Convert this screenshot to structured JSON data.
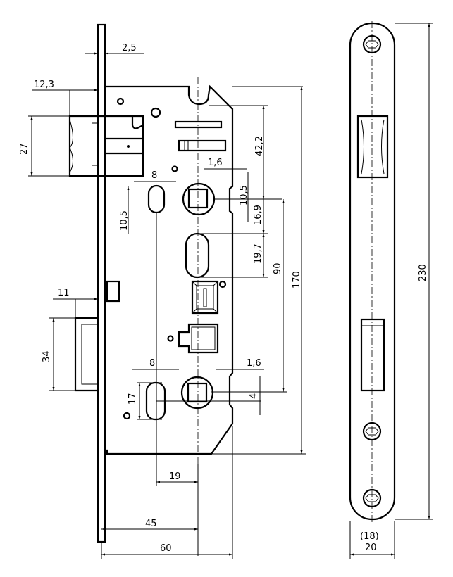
{
  "front_view": {
    "dimensions": {
      "forend_thickness": "2,5",
      "latch_projection": "12,3",
      "latch_height": "27",
      "upper_slot_width": "8",
      "upper_slot_height": "10,5",
      "upper_notch": "1,6",
      "top_to_spindle": "42,2",
      "spindle_notch": "10,5",
      "spindle_to_slot": "16,9",
      "slot_length": "19,7",
      "spindle_to_cylinder": "90",
      "case_height": "170",
      "deadbolt_projection": "11",
      "deadbolt_height": "34",
      "lower_slot_width": "8",
      "lower_notch": "1,6",
      "lower_slot_height": "17",
      "cylinder_offset": "4",
      "slot_to_centre": "19",
      "backset": "45",
      "case_depth": "60"
    }
  },
  "side_view": {
    "dimensions": {
      "faceplate_height": "230",
      "inner_width": "(18)",
      "faceplate_width": "20"
    }
  }
}
